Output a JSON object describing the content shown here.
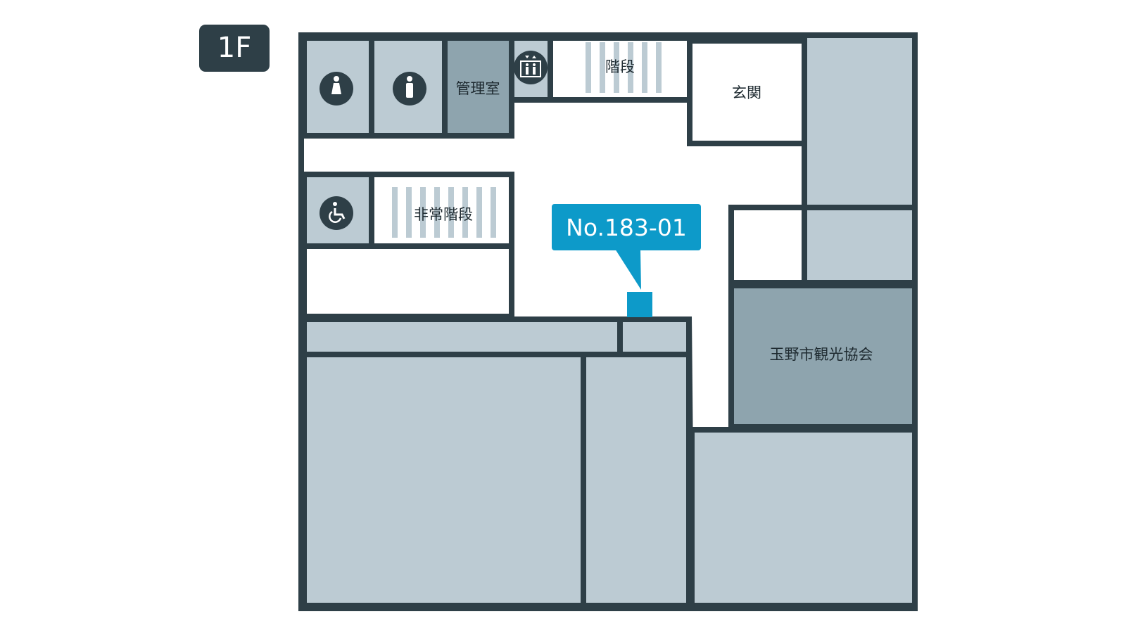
{
  "floor": {
    "label": "1F"
  },
  "rooms": {
    "management": "管理室",
    "stairs": "階段",
    "entrance": "玄関",
    "emergency_stairs": "非常階段",
    "tourism_association": "玉野市観光協会"
  },
  "marker": {
    "label": "No.183-01",
    "color": "#0d9ac9"
  },
  "icons": {
    "restroom_women": "female-restroom-icon",
    "restroom_men": "male-restroom-icon",
    "elevator": "elevator-icon",
    "accessible_restroom": "wheelchair-icon"
  },
  "colors": {
    "wall": "#2e3f47",
    "room_light": "#bccbd3",
    "room_medium": "#8ea4ae",
    "corridor": "#ffffff",
    "marker": "#0d9ac9"
  }
}
